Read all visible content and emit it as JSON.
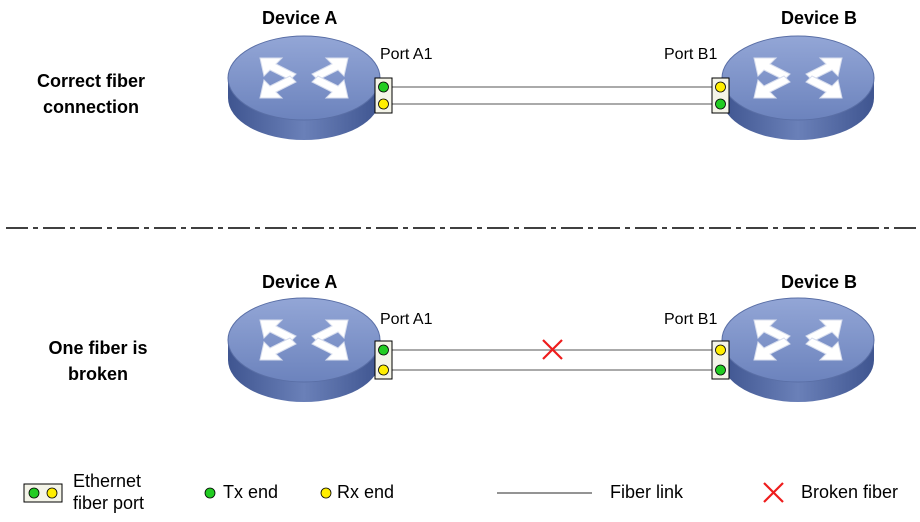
{
  "scenarios": [
    {
      "title_line1": "Correct fiber",
      "title_line2": "connection",
      "left_device": "Device A",
      "right_device": "Device B",
      "left_port": "Port A1",
      "right_port": "Port B1",
      "left_port_dots": [
        "tx",
        "rx"
      ],
      "right_port_dots": [
        "rx",
        "tx"
      ],
      "broken": false
    },
    {
      "title_line1": "One fiber is",
      "title_line2": "broken",
      "left_device": "Device A",
      "right_device": "Device B",
      "left_port": "Port A1",
      "right_port": "Port B1",
      "left_port_dots": [
        "tx",
        "rx"
      ],
      "right_port_dots": [
        "rx",
        "tx"
      ],
      "broken": true
    }
  ],
  "legend": {
    "port_line1": "Ethernet",
    "port_line2": "fiber port",
    "tx": "Tx end",
    "rx": "Rx end",
    "link": "Fiber link",
    "broken": "Broken fiber"
  },
  "colors": {
    "tx": "#22cc22",
    "rx": "#ffee00",
    "device_top": "#7f95c9",
    "device_side": "#4f659e",
    "broken_mark": "#ee1c1c",
    "fiber": "#555555"
  }
}
